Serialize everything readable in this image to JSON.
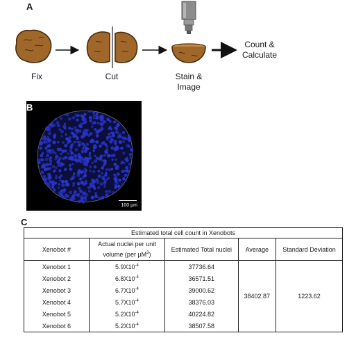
{
  "panel_a": {
    "label": "A",
    "steps": [
      {
        "name": "fix",
        "label": "Fix"
      },
      {
        "name": "cut",
        "label": "Cut"
      },
      {
        "name": "stain",
        "label": "Stain &",
        "label2": "Image"
      },
      {
        "name": "count",
        "label": "Count &",
        "label2": "Calculate"
      }
    ]
  },
  "panel_b": {
    "label": "B",
    "scale_bar": "100 µm"
  },
  "panel_c": {
    "label": "C",
    "title": "Estimated total cell count in Xenobots",
    "headers": {
      "xenobot": "Xenobot #",
      "actual_line1": "Actual nuclei per unit",
      "actual_line2": "volume (per µM",
      "actual_exp": "3",
      "actual_close": ")",
      "estimated": "Estimated Total nuclei",
      "average": "Average",
      "std": "Standard Deviation"
    },
    "rows": [
      {
        "xenobot": "Xenobot 1",
        "actual_mantissa": "5.9X10",
        "actual_exp": "-4",
        "estimated": "37736.64"
      },
      {
        "xenobot": "Xenobot 2",
        "actual_mantissa": "6.8X10",
        "actual_exp": "-4",
        "estimated": "36571.51"
      },
      {
        "xenobot": "Xenobot 3",
        "actual_mantissa": "6.7X10",
        "actual_exp": "-4",
        "estimated": "39000.62"
      },
      {
        "xenobot": "Xenobot 4",
        "actual_mantissa": "5.7X10",
        "actual_exp": "-4",
        "estimated": "38376.03"
      },
      {
        "xenobot": "Xenobot 5",
        "actual_mantissa": "5.2X10",
        "actual_exp": "-4",
        "estimated": "40224.82"
      },
      {
        "xenobot": "Xenobot 6",
        "actual_mantissa": "5.2X10",
        "actual_exp": "-4",
        "estimated": "38507.58"
      }
    ],
    "average": "38402.87",
    "std": "1223.62"
  },
  "colors": {
    "xenobot_fill": "#a0672a",
    "xenobot_stroke": "#4a2c0e",
    "nuclei": "#2a35c9",
    "microscope": "#8c8c8c"
  }
}
